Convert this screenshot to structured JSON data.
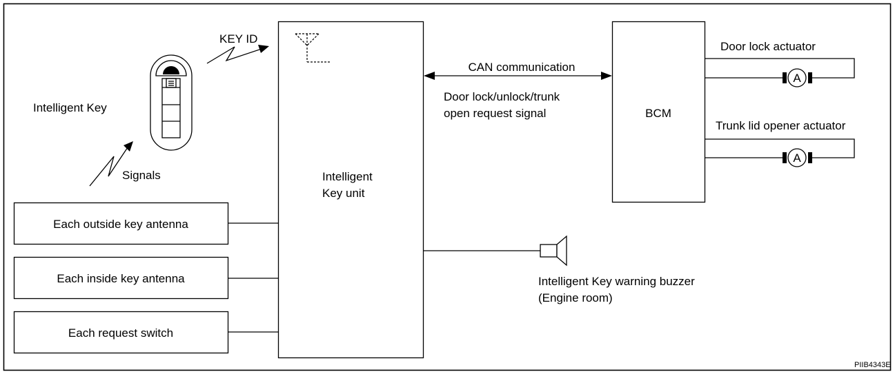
{
  "key_id_label": "KEY ID",
  "intelligent_key_label": "Intelligent Key",
  "signals_label": "Signals",
  "antenna_boxes": [
    "Each outside key antenna",
    "Each inside key antenna",
    "Each request switch"
  ],
  "key_unit": {
    "line1": "Intelligent",
    "line2": "Key unit"
  },
  "can": {
    "title": "CAN communication",
    "line1": "Door lock/unlock/trunk",
    "line2": "open request signal"
  },
  "bcm_label": "BCM",
  "actuators": [
    {
      "label": "Door lock actuator",
      "motor": "A"
    },
    {
      "label": "Trunk lid opener actuator",
      "motor": "A"
    }
  ],
  "buzzer": {
    "line1": "Intelligent Key warning buzzer",
    "line2": "(Engine room)"
  },
  "figure_code": "PIIB4343E"
}
